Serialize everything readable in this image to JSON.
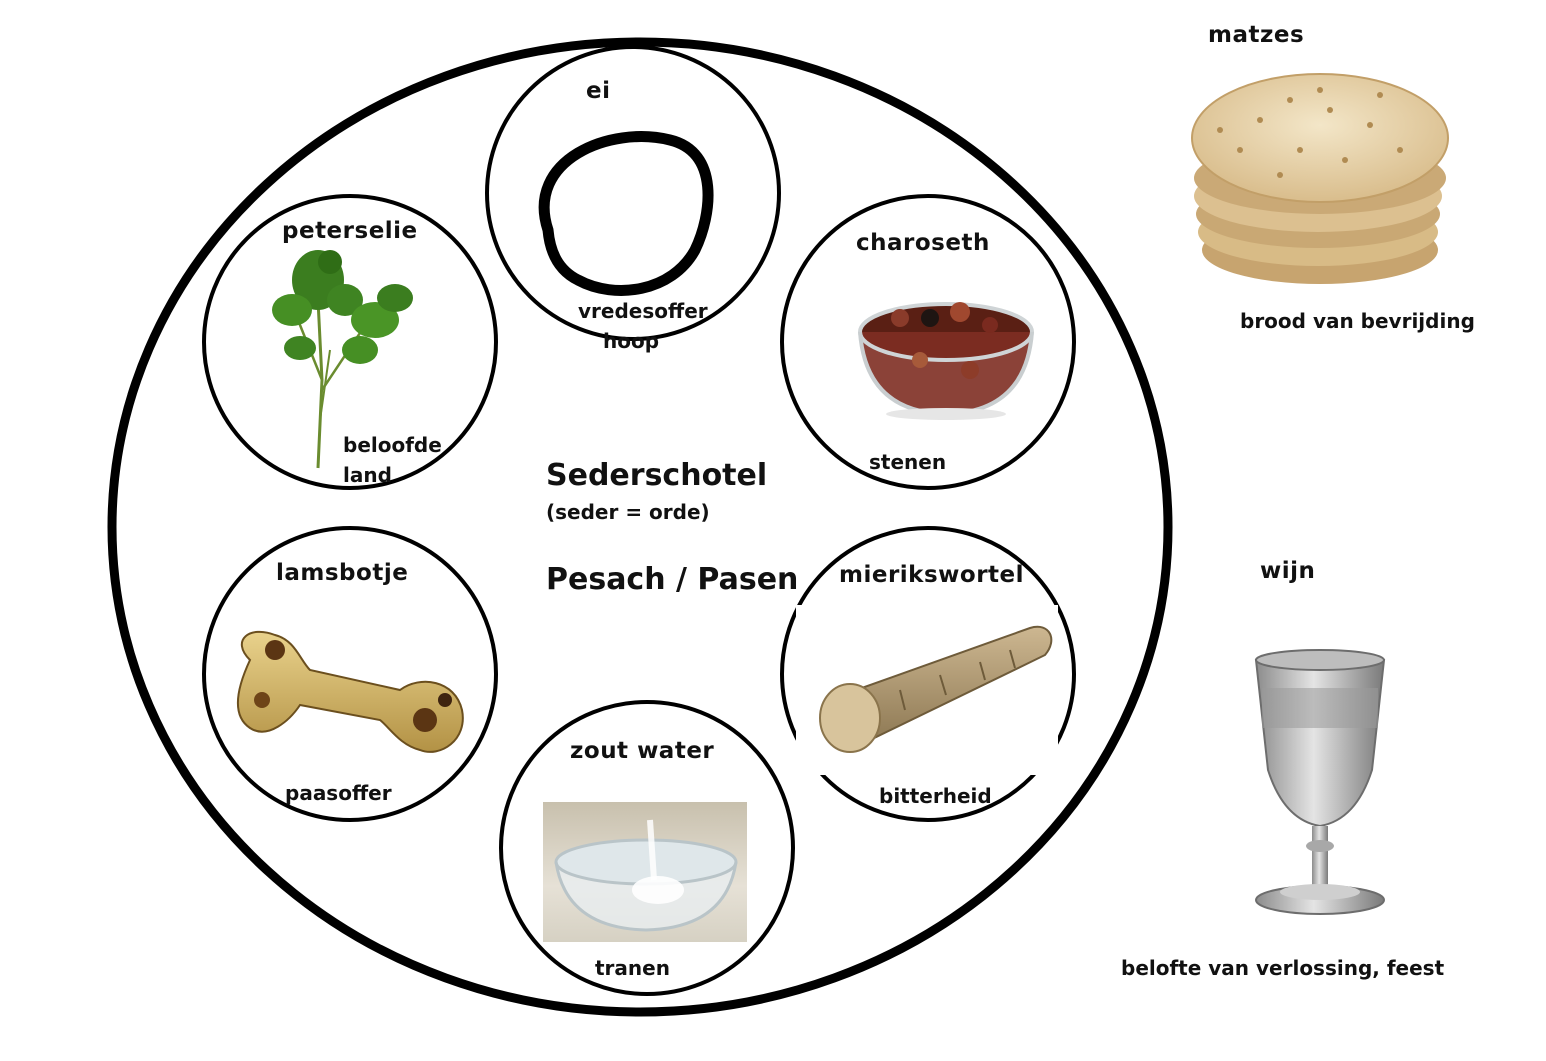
{
  "plate": {
    "title": "Sederschotel",
    "subtitle": "(seder = orde)",
    "holiday": "Pesach / Pasen"
  },
  "items": {
    "ei": {
      "title": "ei",
      "meaning_1": "vredesoffer",
      "meaning_2": "hoop"
    },
    "peterselie": {
      "title": "peterselie",
      "meaning_1": "beloofde",
      "meaning_2": "land"
    },
    "charoseth": {
      "title": "charoseth",
      "meaning_1": "stenen"
    },
    "lamsbotje": {
      "title": "lamsbotje",
      "meaning_1": "paasoffer"
    },
    "mierikswortel": {
      "title": "mierikswortel",
      "meaning_1": "bitterheid"
    },
    "zout_water": {
      "title": "zout water",
      "meaning_1": "tranen"
    }
  },
  "side": {
    "matzes": {
      "title": "matzes",
      "meaning": "brood van bevrijding"
    },
    "wijn": {
      "title": "wijn",
      "meaning": "belofte van verlossing, feest"
    }
  },
  "colors": {
    "outline": "#000000",
    "background": "#ffffff"
  }
}
